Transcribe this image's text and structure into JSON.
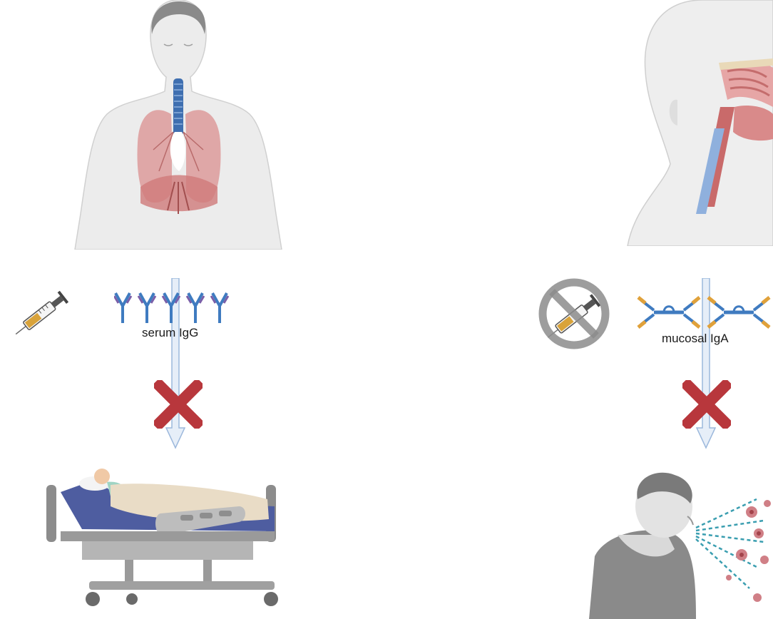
{
  "left_panel": {
    "antibody_label": "serum IgG",
    "illustrations": {
      "top": "human-torso-lungs",
      "delivery": "syringe-icon",
      "antibody": "igg-antibody-icon",
      "outcome": "hospital-bed-patient"
    }
  },
  "right_panel": {
    "antibody_label": "mucosal IgA",
    "illustrations": {
      "top": "head-nasal-airway",
      "delivery": "no-injection-icon",
      "antibody": "iga-dimer-icon",
      "outcome": "coughing-person-virus-spread"
    }
  },
  "colors": {
    "block_x": "#b8373c",
    "arrow": "#e6eef8",
    "arrow_stroke": "#9cb8dc",
    "antibody_blue": "#3f7bc0",
    "antibody_purple": "#7a5fa8",
    "antibody_orange": "#e0a13a",
    "lung": "#d98a8a",
    "skin": "#efefef"
  }
}
